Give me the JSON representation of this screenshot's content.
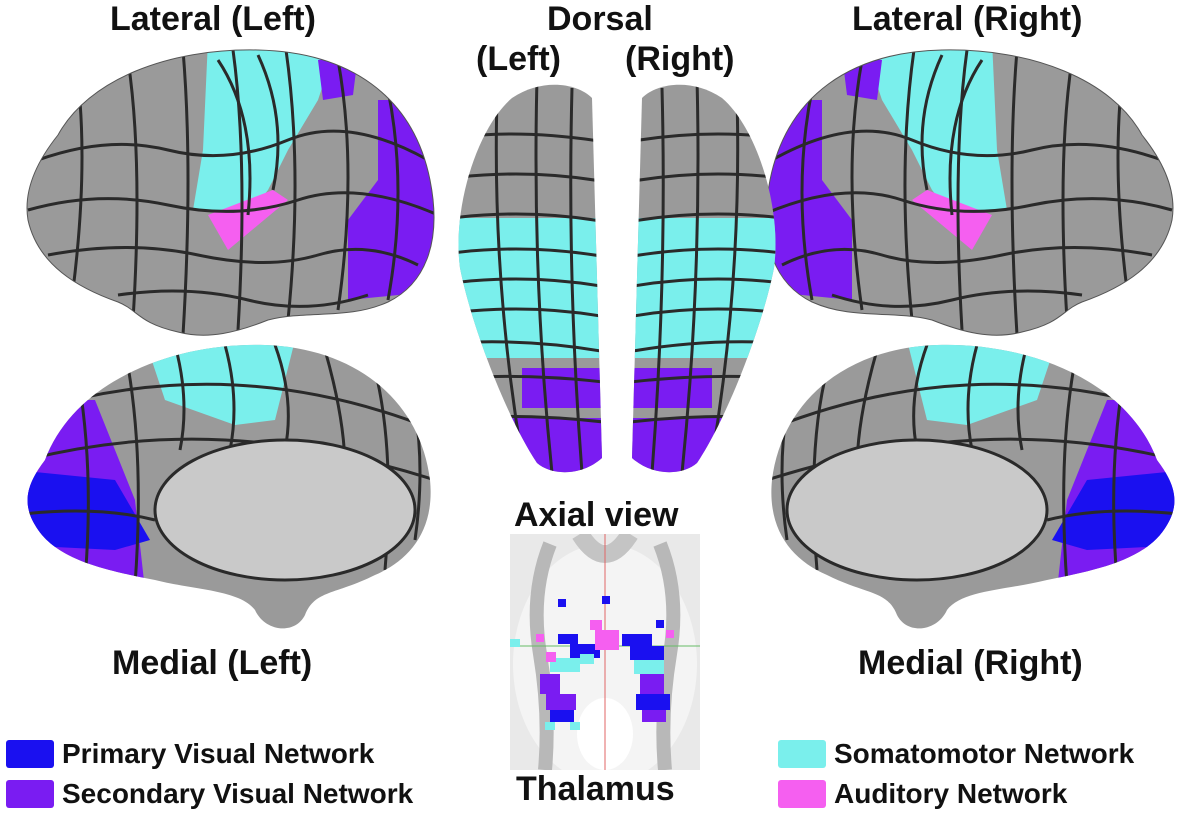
{
  "labels": {
    "lateral_left": "Lateral (Left)",
    "dorsal": "Dorsal",
    "dorsal_left": "(Left)",
    "dorsal_right": "(Right)",
    "lateral_right": "Lateral (Right)",
    "medial_left": "Medial (Left)",
    "medial_right": "Medial (Right)",
    "axial_view": "Axial view",
    "thalamus": "Thalamus"
  },
  "legend": [
    {
      "label": "Primary Visual Network",
      "color": "#1a10f0"
    },
    {
      "label": "Secondary Visual Network",
      "color": "#7a1cf2"
    },
    {
      "label": "Somatomotor Network",
      "color": "#7aefec"
    },
    {
      "label": "Auditory Network",
      "color": "#f55ff0"
    }
  ],
  "colors": {
    "cortex": "#9a9a9a",
    "medial_wall": "#c9c9c9",
    "parcel_border": "#2a2a2a",
    "primary_visual": "#1a10f0",
    "secondary_visual": "#7a1cf2",
    "somatomotor": "#7aefec",
    "auditory": "#f55ff0"
  }
}
